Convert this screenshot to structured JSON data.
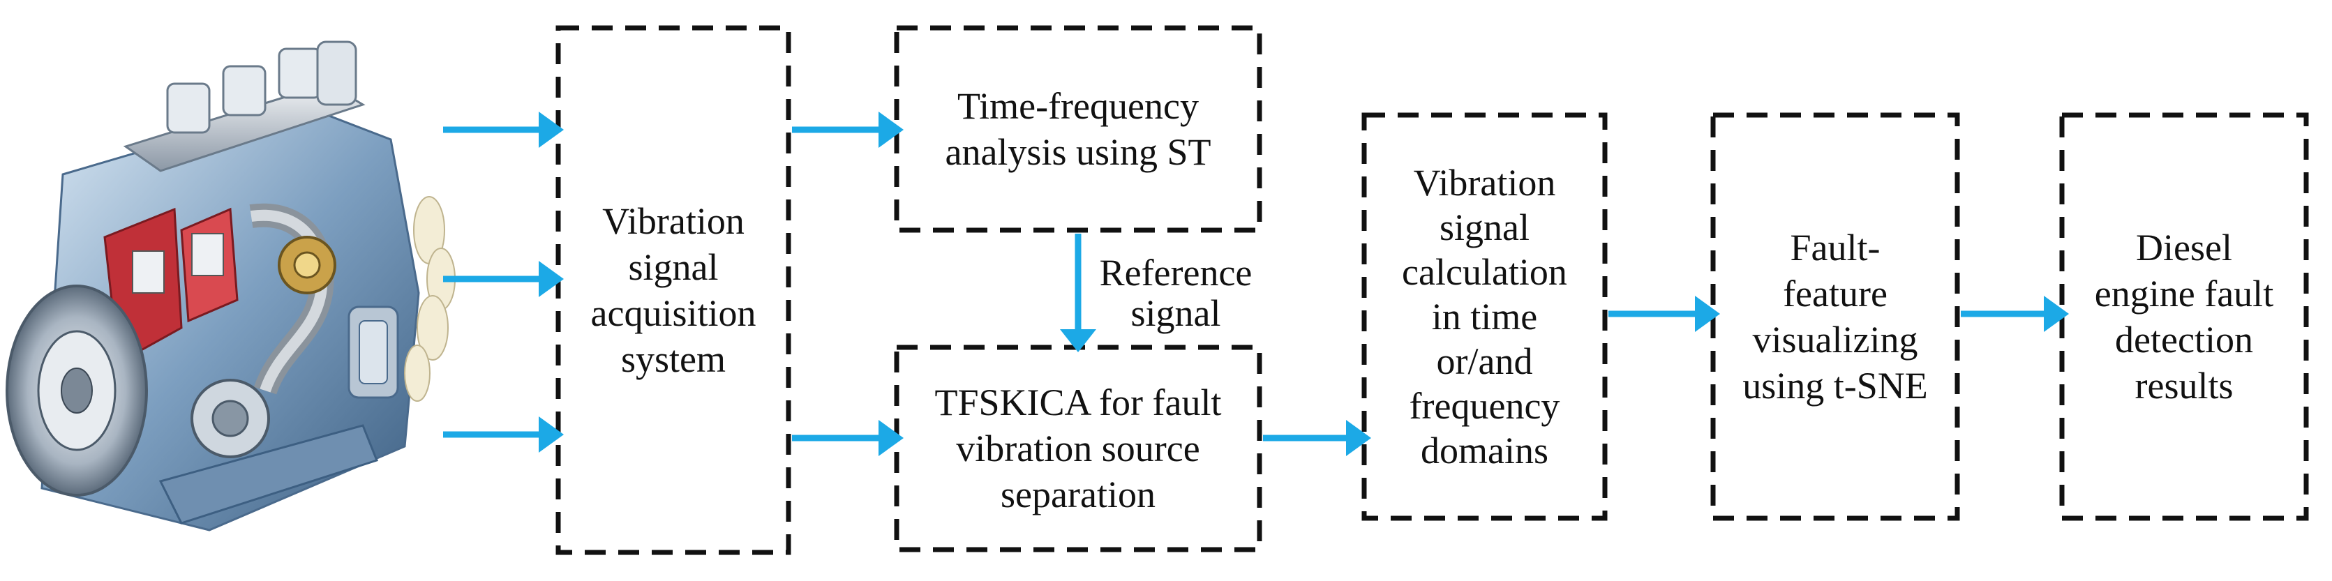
{
  "diagram": {
    "title": "",
    "colors": {
      "arrow": "#1CA9E6",
      "box_border": "#111111",
      "text": "#111111"
    },
    "engine_image": {
      "icon": "diesel-engine-cutaway-illustration"
    },
    "boxes": {
      "acquisition": "Vibration\nsignal\nacquisition\nsystem",
      "time_frequency": "Time-frequency\nanalysis using ST",
      "tfskica": "TFSKICA for fault\nvibration source\nseparation",
      "calculation": "Vibration\nsignal\ncalculation\nin time\nor/and\nfrequency\ndomains",
      "visualizing": "Fault-\nfeature\nvisualizing\nusing t-SNE",
      "results": "Diesel\nengine fault\ndetection\nresults"
    },
    "edge_labels": {
      "reference_signal": "Reference\nsignal"
    }
  }
}
